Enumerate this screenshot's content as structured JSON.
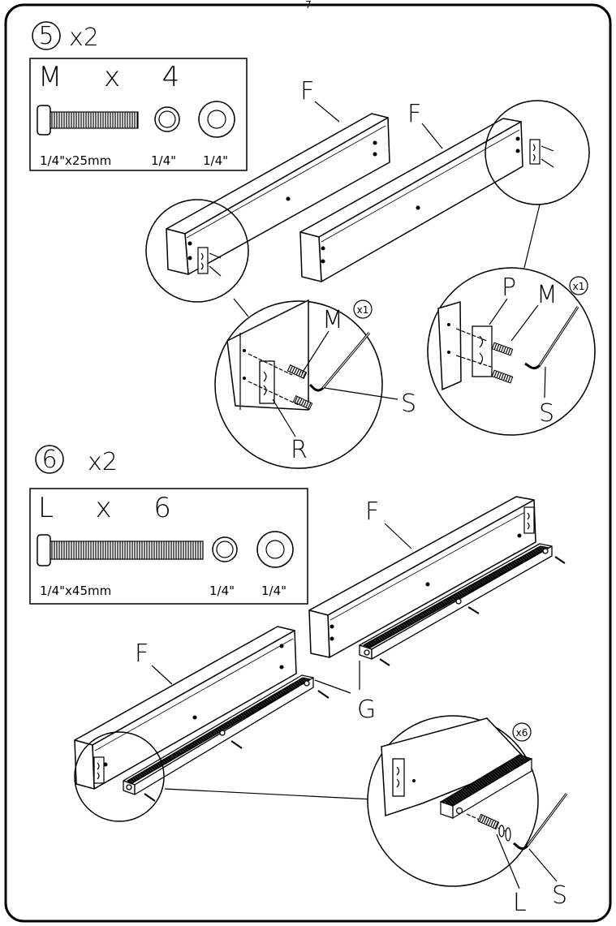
{
  "page": {
    "number": "7"
  },
  "step5": {
    "number": "5",
    "multiplier": "x2",
    "hardware_box": {
      "title": "M  x  4",
      "bolt_label": "1/4\"x25mm",
      "lock_washer_label": "1/4\"",
      "flat_washer_label": "1/4\""
    },
    "callouts": {
      "rail_left": "F",
      "rail_right": "F",
      "bolt_left": "M",
      "bolt_right": "M",
      "bracket_left": "R",
      "bracket_right": "P",
      "wrench_left": "S",
      "wrench_right": "S",
      "wrench_qty_left": "x1",
      "wrench_qty_right": "x1"
    }
  },
  "step6": {
    "number": "6",
    "multiplier": "x2",
    "hardware_box": {
      "title": "L  x  6",
      "bolt_label": "1/4\"x45mm",
      "lock_washer_label": "1/4\"",
      "flat_washer_label": "1/4\""
    },
    "callouts": {
      "rail_top": "F",
      "rail_bottom": "F",
      "slat_support": "G",
      "bolt": "L",
      "wrench": "S",
      "wrench_qty": "x6"
    }
  }
}
